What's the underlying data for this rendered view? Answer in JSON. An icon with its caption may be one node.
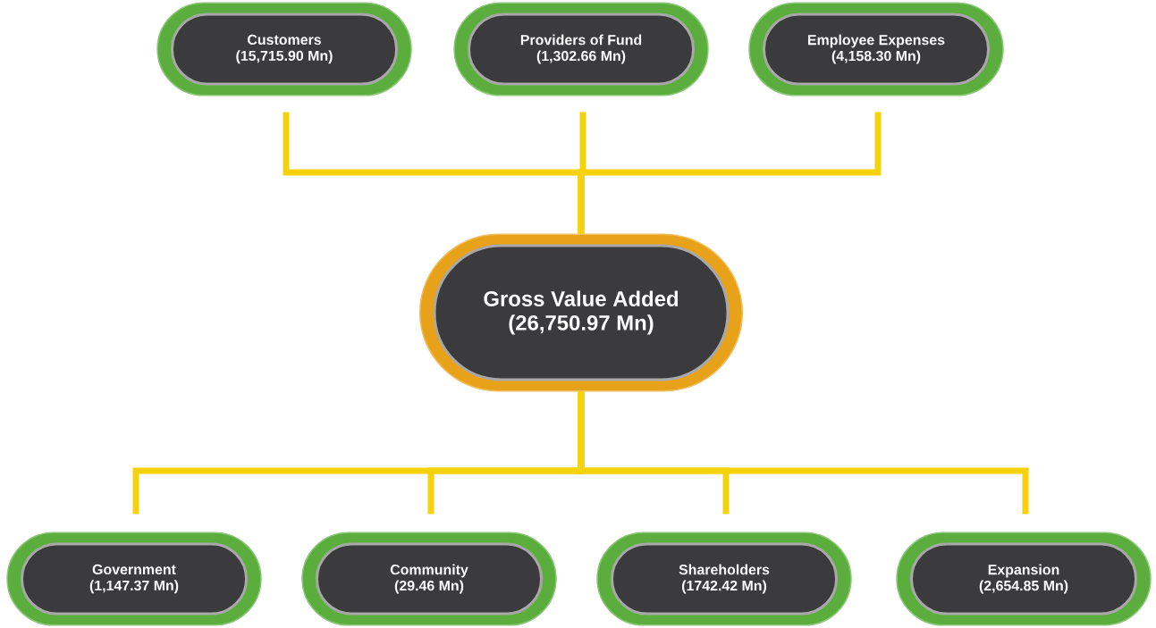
{
  "diagram": {
    "nodes": [
      {
        "text": [
          "Customers",
          "(15,715.90 Mn)"
        ]
      },
      {
        "text": [
          "Providers of Fund",
          "(1,302.66 Mn)"
        ]
      },
      {
        "text": [
          "Employee Expenses",
          "(4,158.30 Mn)"
        ]
      },
      {
        "text": [
          "Gross Value Added",
          "(26,750.97 Mn)"
        ]
      },
      {
        "text": [
          "Government",
          "(1,147.37 Mn)"
        ]
      },
      {
        "text": [
          "Community",
          "(29.46 Mn)"
        ]
      },
      {
        "text": [
          "Shareholders",
          "(1742.42 Mn)"
        ]
      },
      {
        "text": [
          "Expansion",
          "(2,654.85 Mn)"
        ]
      }
    ],
    "edges": [
      {
        "from": 0,
        "to": 3,
        "arrow": "none"
      },
      {
        "from": 1,
        "to": 3,
        "arrow": "none"
      },
      {
        "from": 2,
        "to": 3,
        "arrow": "none"
      },
      {
        "from": 3,
        "to": 4,
        "arrow": "none"
      },
      {
        "from": 3,
        "to": 5,
        "arrow": "none"
      },
      {
        "from": 3,
        "to": 6,
        "arrow": "none"
      },
      {
        "from": 3,
        "to": 7,
        "arrow": "none"
      }
    ]
  }
}
